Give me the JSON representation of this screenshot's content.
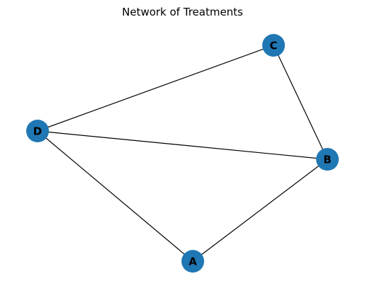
{
  "title": "Network of Treatments",
  "colors": {
    "node_fill": "#1f77b4",
    "edge_stroke": "#000000",
    "label_color": "#000000",
    "background": "#ffffff"
  },
  "graph": {
    "nodes": [
      {
        "id": "A",
        "label": "A"
      },
      {
        "id": "B",
        "label": "B"
      },
      {
        "id": "C",
        "label": "C"
      },
      {
        "id": "D",
        "label": "D"
      }
    ],
    "edges": [
      {
        "source": "D",
        "target": "C"
      },
      {
        "source": "D",
        "target": "B"
      },
      {
        "source": "D",
        "target": "A"
      },
      {
        "source": "C",
        "target": "B"
      },
      {
        "source": "B",
        "target": "A"
      }
    ]
  }
}
